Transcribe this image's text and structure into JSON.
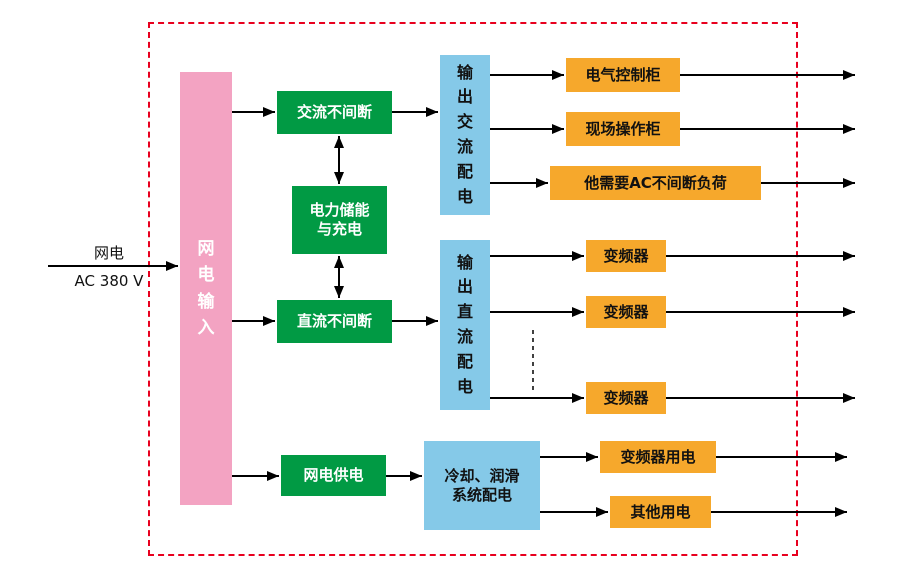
{
  "diagram": {
    "title": "power-distribution-block-diagram",
    "input": {
      "label_top": "网电",
      "label_bottom": "AC 380 V"
    },
    "nodes": {
      "grid_input": {
        "label": "网电输入"
      },
      "ac_uninterrupted": {
        "label": "交流不间断"
      },
      "energy_storage": {
        "line1": "电力储能",
        "line2": "与充电"
      },
      "dc_uninterrupted": {
        "label": "直流不间断"
      },
      "grid_supply": {
        "label": "网电供电"
      },
      "ac_output_dist": {
        "label": "输出交流配电"
      },
      "dc_output_dist": {
        "label": "输出直流配电"
      },
      "cooling_dist": {
        "line1": "冷却、润滑",
        "line2": "系统配电"
      },
      "electric_control_cabinet": {
        "label": "电气控制柜"
      },
      "field_operation_cabinet": {
        "label": "现场操作柜"
      },
      "ac_uninterrupted_load": {
        "label": "他需要AC不间断负荷"
      },
      "vfd1": {
        "label": "变频器"
      },
      "vfd2": {
        "label": "变频器"
      },
      "vfd3": {
        "label": "变频器"
      },
      "vfd_power": {
        "label": "变频器用电"
      },
      "other_power": {
        "label": "其他用电"
      }
    },
    "colors": {
      "pink": "#f3a3c2",
      "green": "#019a44",
      "blue": "#85c9e8",
      "orange": "#f6a82c",
      "border_red": "#e8001f",
      "arrow": "#000000"
    }
  }
}
